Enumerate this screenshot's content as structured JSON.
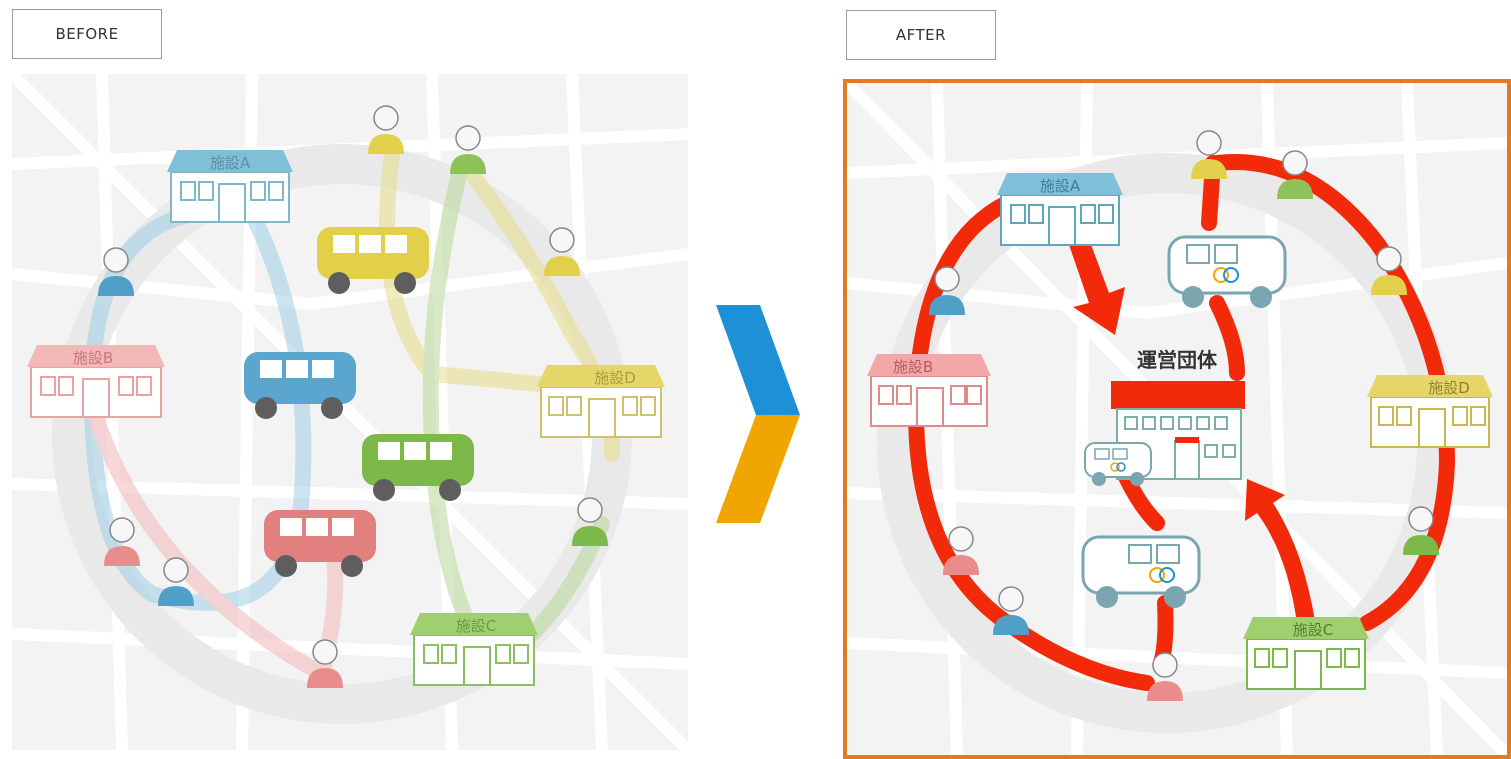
{
  "before": {
    "tag": "BEFORE",
    "facilities": {
      "a": "施設A",
      "b": "施設B",
      "c": "施設C",
      "d": "施設D"
    }
  },
  "after": {
    "tag": "AFTER",
    "center_label": "運営団体",
    "facilities": {
      "a": "施設A",
      "b": "施設B",
      "c": "施設C",
      "d": "施設D"
    }
  },
  "colors": {
    "after_border": "#e07b22",
    "route_red": "#f22a0a",
    "chevron_blue": "#1e90d8",
    "chevron_orange": "#f0a500",
    "facility_a": "#7fc0d8",
    "facility_b": "#f2a8a8",
    "facility_c": "#9fcf6e",
    "facility_d": "#e6d66a"
  },
  "icons": [
    "person-icon",
    "van-icon",
    "building-icon",
    "arrow-right-chevron-icon"
  ]
}
